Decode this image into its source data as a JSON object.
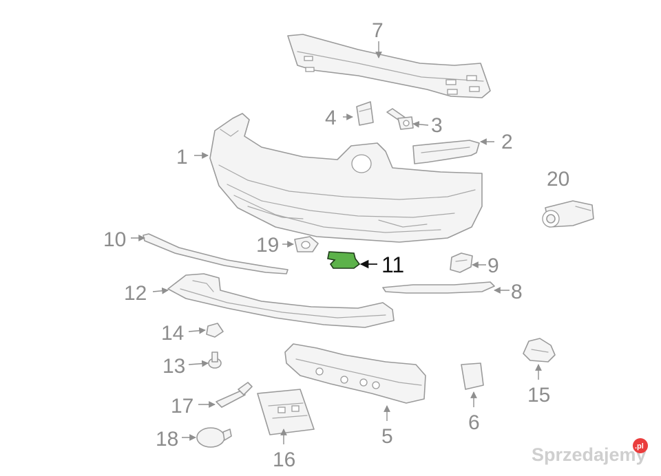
{
  "callouts": {
    "c1": "1",
    "c2": "2",
    "c3": "3",
    "c4": "4",
    "c5": "5",
    "c6": "6",
    "c7": "7",
    "c8": "8",
    "c9": "9",
    "c10": "10",
    "c11": "11",
    "c12": "12",
    "c13": "13",
    "c14": "14",
    "c15": "15",
    "c16": "16",
    "c17": "17",
    "c18": "18",
    "c19": "19",
    "c20": "20"
  },
  "highlighted_part": "11",
  "colors": {
    "highlight_fill": "#5cb24a",
    "line_art": "#9a9a9a",
    "watermark_badge": "#ea3d3d"
  },
  "watermark": {
    "text": "Sprzedajemy",
    "badge": ".pl"
  }
}
